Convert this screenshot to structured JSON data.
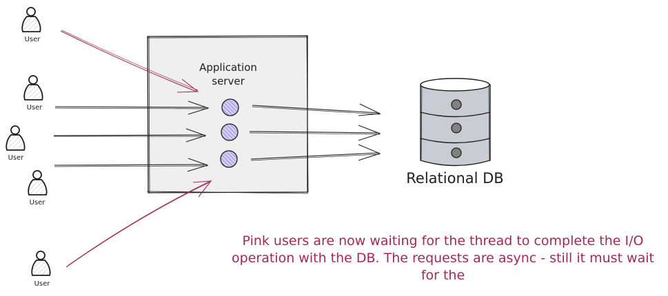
{
  "colors": {
    "ink": "#1e1e1e",
    "pink": "#a0295a",
    "server_fill": "#efefef",
    "thread_fill": "#d6cdf2",
    "thread_hatch": "#6a55c8",
    "db_fill": "#c9ccd3",
    "db_knob": "#808080"
  },
  "icons": {
    "user": "person-icon",
    "thread": "thread-circle-icon",
    "database": "database-cylinder-icon"
  },
  "users": [
    {
      "label": "User",
      "waiting": true
    },
    {
      "label": "User",
      "waiting": false
    },
    {
      "label": "User",
      "waiting": false
    },
    {
      "label": "User",
      "waiting": false
    },
    {
      "label": "User",
      "waiting": true
    }
  ],
  "server": {
    "title_line1": "Application",
    "title_line2": "server",
    "threads": 3
  },
  "database": {
    "label": "Relational DB",
    "layers": 3
  },
  "note": {
    "text": "Pink users are now waiting for the thread to complete the I/O operation with the DB. The requests are async - still it must wait for the"
  }
}
